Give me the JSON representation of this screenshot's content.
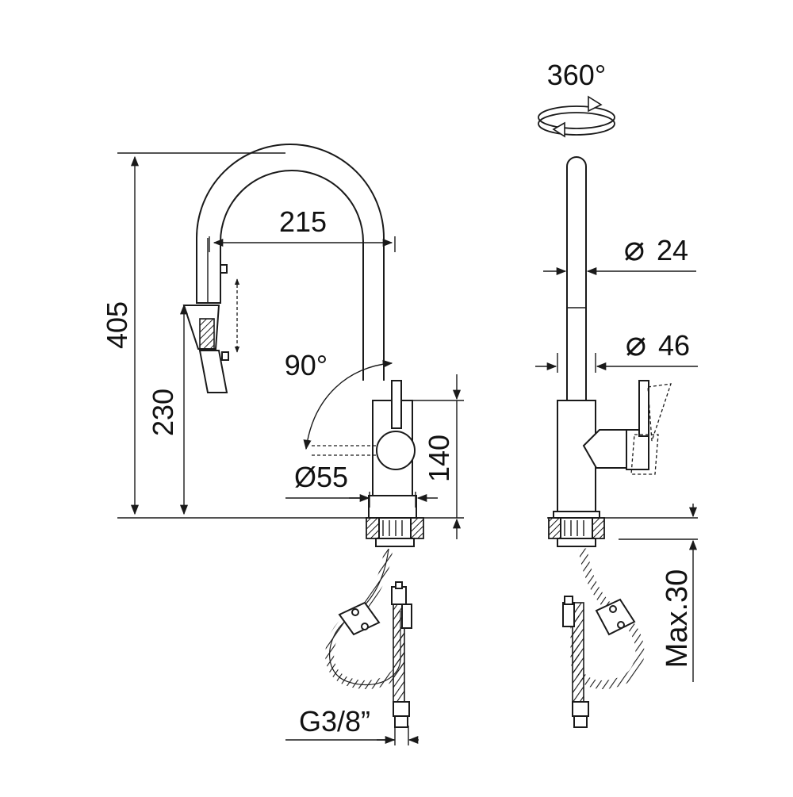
{
  "dimensions": {
    "height_total": "405",
    "height_spout": "230",
    "reach": "215",
    "body_height": "140",
    "base_diameter": "Ø55",
    "rotation_lever": "90°",
    "rotation_spout": "360°",
    "spout_diameter": "24",
    "body_diameter": "46",
    "mount_thickness": "Max.30",
    "connector": "G3/8”"
  },
  "symbols": {
    "diameter": "⌀"
  }
}
